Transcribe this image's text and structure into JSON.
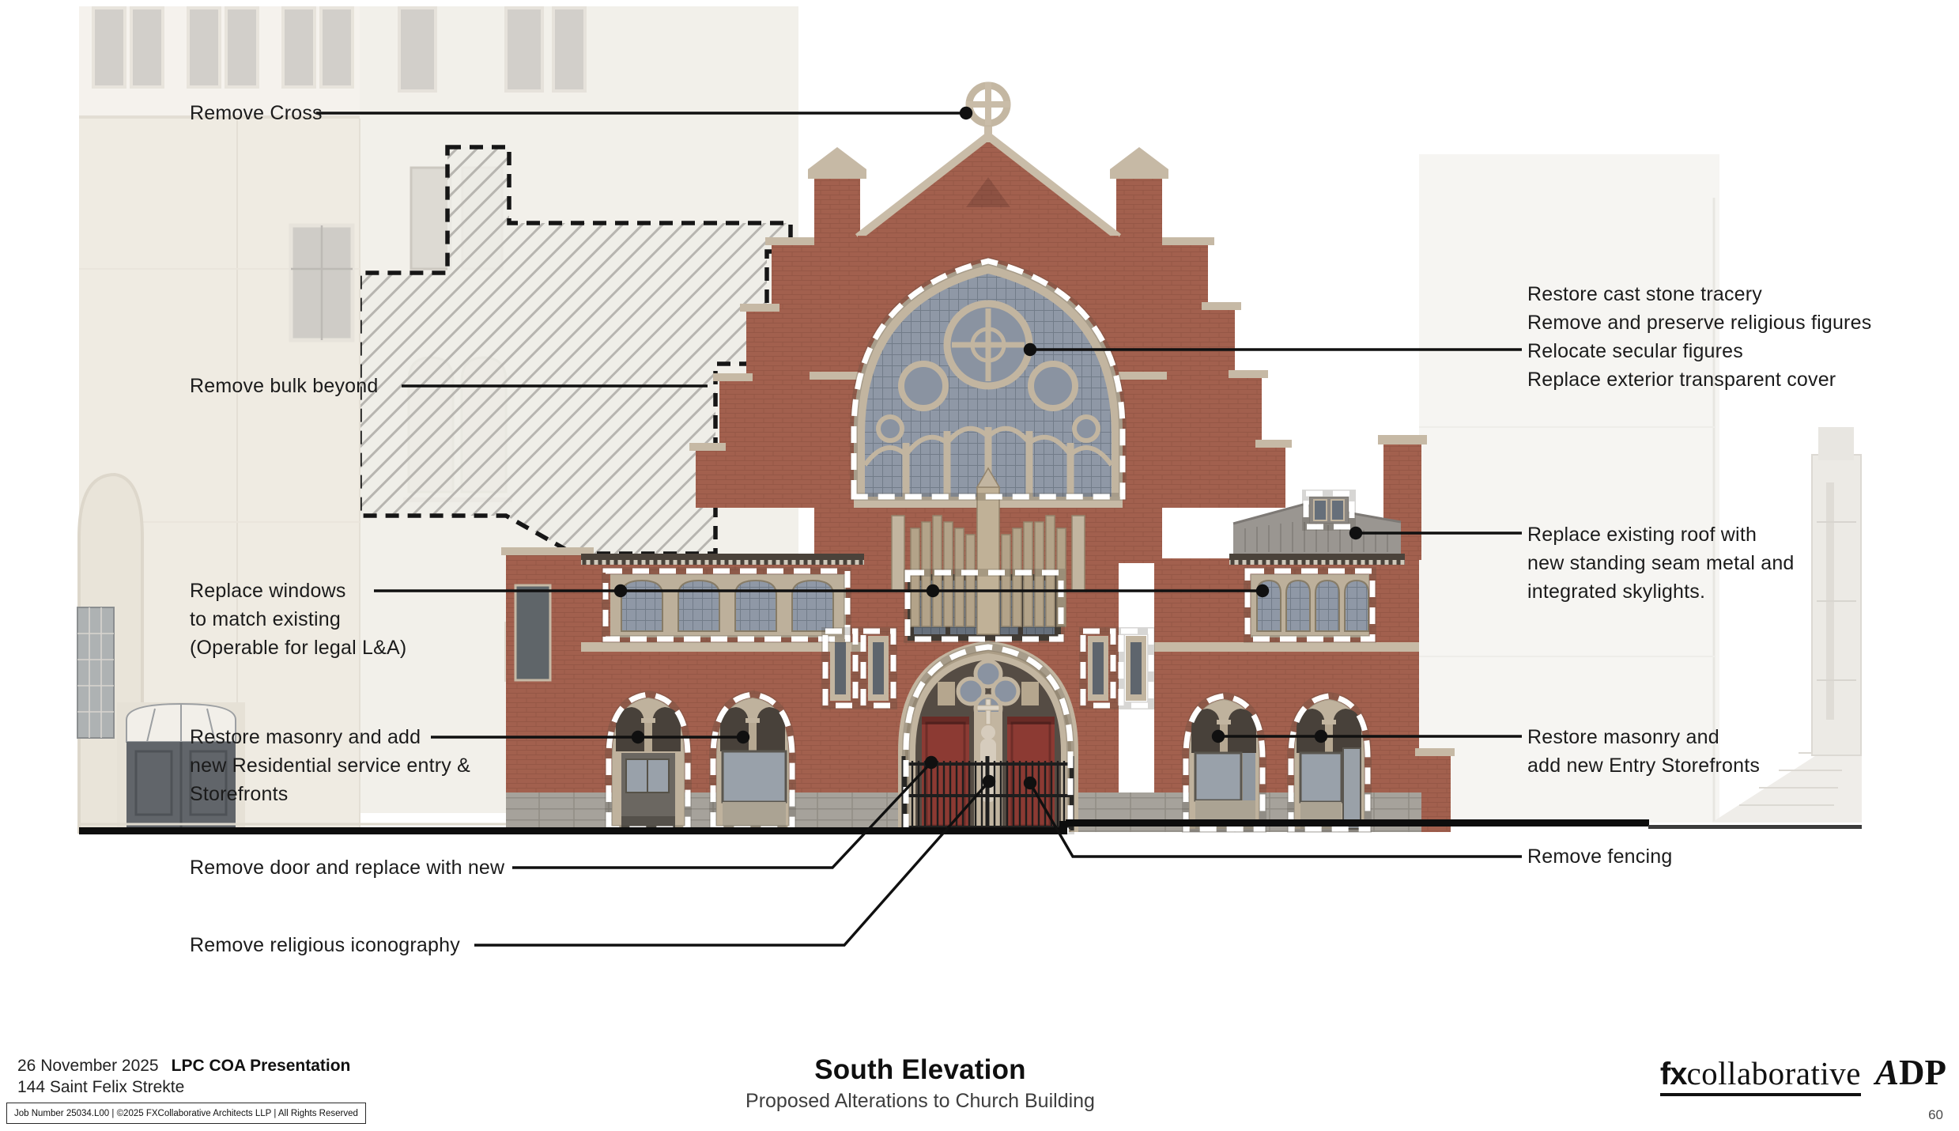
{
  "slide": {
    "kind": "LPC presentation slide",
    "background": "#ffffff"
  },
  "drawing": {
    "label": "South elevation rendering of church building with neighboring buildings",
    "palette": {
      "brick": "#a2604e",
      "brick_dark": "#8d5243",
      "cast_stone": "#c2b5a0",
      "window_glass": "#8f98a6",
      "roof_metal": "#9a9691",
      "door_red": "#8c3a33",
      "fence_black": "#1e1e1e",
      "neighbor_facade": "#efebe2",
      "removal_hatch": "#b9b7b2",
      "highlight_dash": "#ffffff",
      "removal_dash": "#161616",
      "annotation_line": "#101010",
      "ground_line": "#0d0d0d"
    }
  },
  "annotations": {
    "left": [
      {
        "id": "remove-cross",
        "text": "Remove Cross"
      },
      {
        "id": "remove-bulk-beyond",
        "text": "Remove bulk beyond"
      },
      {
        "id": "replace-windows",
        "text": "Replace windows\nto match existing\n(Operable for legal L&A)"
      },
      {
        "id": "restore-masonry-residential",
        "text": "Restore masonry and add\nnew Residential service entry &\nStorefronts"
      },
      {
        "id": "remove-door",
        "text": "Remove door and replace with new"
      },
      {
        "id": "remove-religious-iconography",
        "text": "Remove religious iconography"
      }
    ],
    "right": [
      {
        "id": "restore-tracery",
        "text": "Restore cast stone tracery\nRemove and preserve religious figures\nRelocate secular figures\nReplace exterior transparent cover"
      },
      {
        "id": "replace-roof",
        "text": "Replace existing roof with\nnew standing seam metal and\nintegrated skylights."
      },
      {
        "id": "restore-masonry-entry",
        "text": "Restore masonry and\nadd new Entry Storefronts"
      },
      {
        "id": "remove-fencing",
        "text": "Remove fencing"
      }
    ]
  },
  "footer": {
    "date": "26 November 2025",
    "presentation": "LPC COA Presentation",
    "address": "144 Saint Felix Strekte",
    "job_line": "Job Number 25034.L00   |   ©2025 FXCollaborative Architects LLP | All Rights Reserved",
    "title": "South Elevation",
    "subtitle": "Proposed Alterations to Church Building",
    "page_number": "60"
  },
  "logos": {
    "fx_prefix": "fx",
    "fx_name": "collaborative",
    "partner_initial": "A",
    "partner_rest": "DP"
  }
}
